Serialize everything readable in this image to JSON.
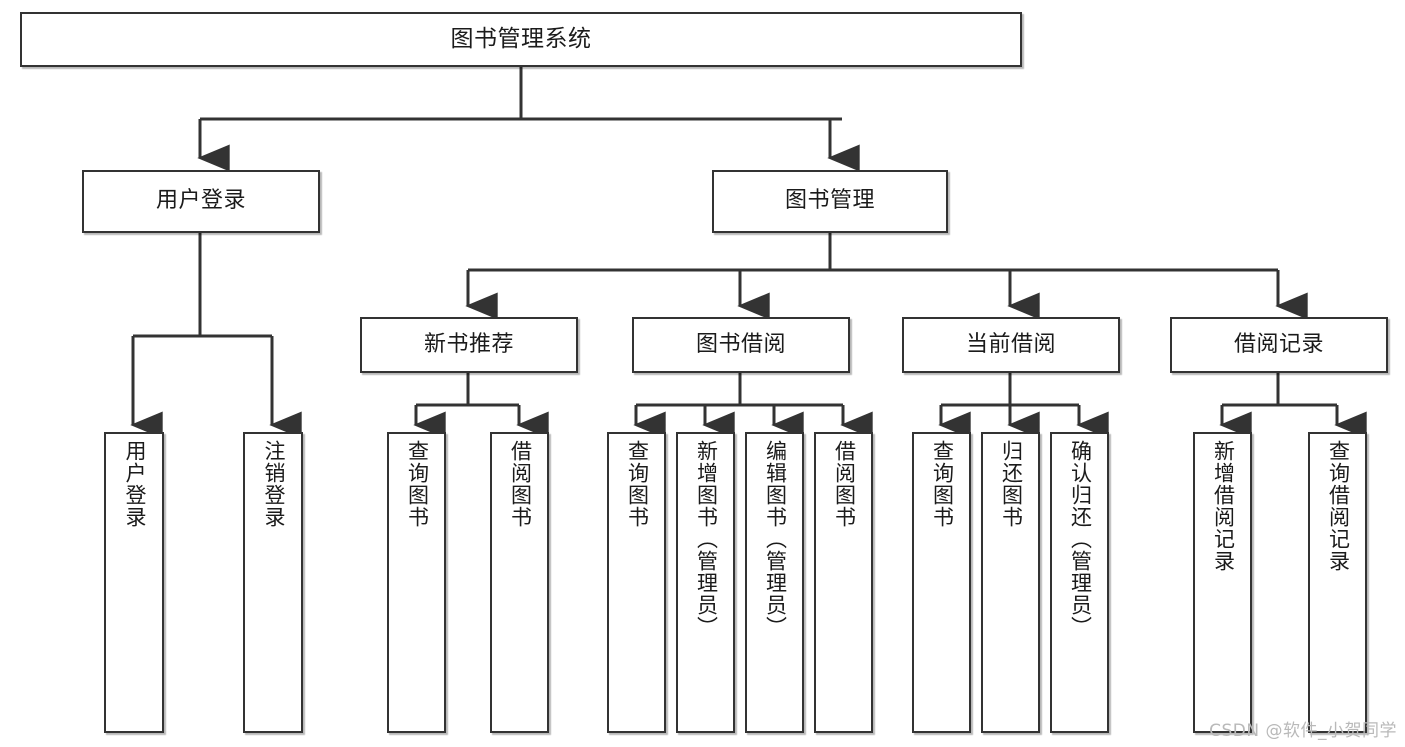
{
  "diagram": {
    "title": "图书管理系统",
    "type": "tree-hierarchy",
    "watermark": "CSDN @软件_小贺同学",
    "colors": {
      "background": "#ffffff",
      "box_border": "#333333",
      "box_fill": "#ffffff",
      "connector": "#333333",
      "text": "#1b1b1b",
      "watermark": "#b9b9b9"
    },
    "root": {
      "label": "图书管理系统"
    },
    "level2": [
      {
        "label": "用户登录"
      },
      {
        "label": "图书管理"
      }
    ],
    "level3": [
      {
        "label": "新书推荐"
      },
      {
        "label": "图书借阅"
      },
      {
        "label": "当前借阅"
      },
      {
        "label": "借阅记录"
      }
    ],
    "leaves": {
      "user_login": [
        {
          "label": "用户登录"
        },
        {
          "label": "注销登录"
        }
      ],
      "new_book_recommend": [
        {
          "label": "查询图书"
        },
        {
          "label": "借阅图书"
        }
      ],
      "book_borrow": [
        {
          "label": "查询图书"
        },
        {
          "label": "新增图书（管理员）"
        },
        {
          "label": "编辑图书（管理员）"
        },
        {
          "label": "借阅图书"
        }
      ],
      "current_borrow": [
        {
          "label": "查询图书"
        },
        {
          "label": "归还图书"
        },
        {
          "label": "确认归还（管理员）"
        }
      ],
      "borrow_record": [
        {
          "label": "新增借阅记录"
        },
        {
          "label": "查询借阅记录"
        }
      ]
    }
  }
}
